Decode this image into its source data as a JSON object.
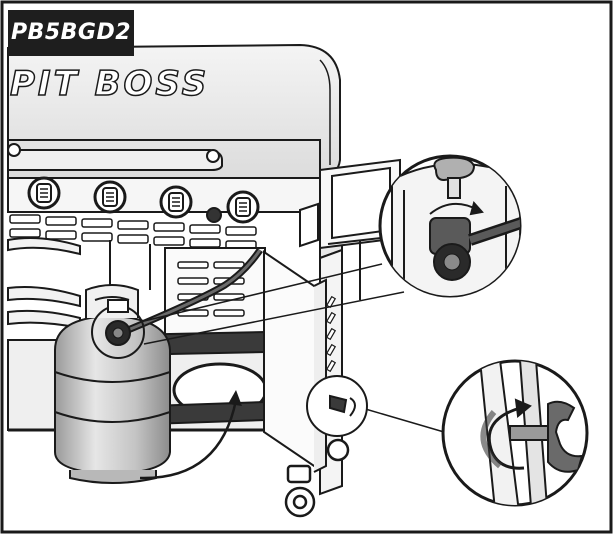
{
  "model_label": "PB5BGD2",
  "brand_logo": "PIT BOSS",
  "illustration": {
    "subject": "gas grill propane tank connection",
    "callouts": [
      {
        "name": "regulator-detail",
        "icon": "regulator-valve-icon"
      },
      {
        "name": "wheel-lock-detail",
        "icon": "wheel-lock-knob-icon"
      }
    ]
  },
  "colors": {
    "line": "#1a1a1a",
    "background": "#ffffff",
    "tank_fill": "#d0d0d0",
    "hose": "#4a4a4a",
    "label_bg": "#1e1e1e",
    "label_text": "#ffffff"
  }
}
